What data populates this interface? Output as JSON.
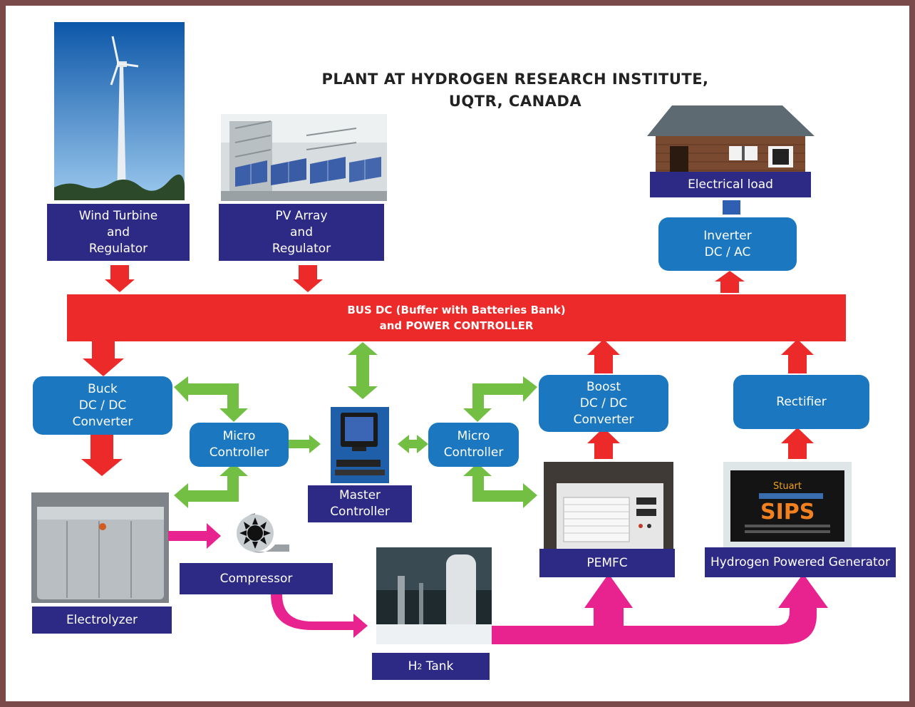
{
  "title": {
    "line1": "PLANT AT HYDROGEN RESEARCH INSTITUTE,",
    "line2": "UQTR, CANADA"
  },
  "bus": {
    "line1": "BUS DC (Buffer with Batteries Bank)",
    "line2": "and POWER CONTROLLER"
  },
  "wind": {
    "line1": "Wind Turbine",
    "line2": "and",
    "line3": "Regulator"
  },
  "pv": {
    "line1": "PV Array",
    "line2": "and",
    "line3": "Regulator"
  },
  "load": {
    "label": "Electrical load"
  },
  "inverter": {
    "line1": "Inverter",
    "line2": "DC / AC"
  },
  "buck": {
    "line1": "Buck",
    "line2": "DC / DC",
    "line3": "Converter"
  },
  "boost": {
    "line1": "Boost",
    "line2": "DC / DC",
    "line3": "Converter"
  },
  "rectifier": {
    "label": "Rectifier"
  },
  "micro_left": {
    "line1": "Micro",
    "line2": "Controller"
  },
  "micro_right": {
    "line1": "Micro",
    "line2": "Controller"
  },
  "master": {
    "line1": "Master",
    "line2": "Controller"
  },
  "pemfc": {
    "label": "PEMFC"
  },
  "generator": {
    "label": "Hydrogen Powered Generator",
    "logo_text": "SIPS",
    "brand_text": "Stuart"
  },
  "compressor": {
    "label": "Compressor"
  },
  "electrolyzer": {
    "label": "Electrolyzer"
  },
  "tank": {
    "prefix": "H",
    "sub": "2",
    "suffix": " Tank"
  },
  "colors": {
    "power_arrow": "#ed2a2a",
    "control_arrow": "#72bf44",
    "hydrogen_arrow": "#e8228f",
    "navy_box": "#2d2a86",
    "cyan_box": "#1b78c0",
    "frame": "#7a4a4a"
  }
}
